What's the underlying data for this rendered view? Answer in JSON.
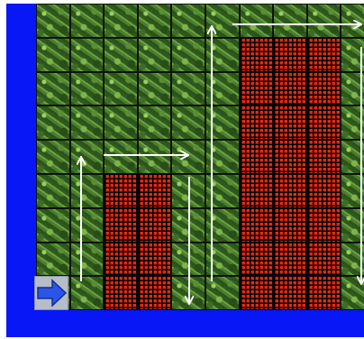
{
  "game": {
    "grid": {
      "cols": 10,
      "rows": 9,
      "walls": [
        [
          2,
          5
        ],
        [
          3,
          5
        ],
        [
          2,
          6
        ],
        [
          3,
          6
        ],
        [
          2,
          7
        ],
        [
          3,
          7
        ],
        [
          2,
          8
        ],
        [
          3,
          8
        ],
        [
          6,
          1
        ],
        [
          7,
          1
        ],
        [
          8,
          1
        ],
        [
          6,
          2
        ],
        [
          7,
          2
        ],
        [
          8,
          2
        ],
        [
          6,
          3
        ],
        [
          7,
          3
        ],
        [
          8,
          3
        ],
        [
          6,
          4
        ],
        [
          7,
          4
        ],
        [
          8,
          4
        ],
        [
          6,
          5
        ],
        [
          7,
          5
        ],
        [
          8,
          5
        ],
        [
          6,
          6
        ],
        [
          7,
          6
        ],
        [
          8,
          6
        ],
        [
          6,
          7
        ],
        [
          7,
          7
        ],
        [
          8,
          7
        ],
        [
          6,
          8
        ],
        [
          7,
          8
        ],
        [
          8,
          8
        ]
      ]
    },
    "start_marker": {
      "icon": "right-arrow-icon",
      "color": "#2a55e8"
    },
    "border_color": "#0717f5",
    "path_arrows": [
      {
        "dir": "up"
      },
      {
        "dir": "right"
      },
      {
        "dir": "down"
      },
      {
        "dir": "up"
      },
      {
        "dir": "right"
      },
      {
        "dir": "down"
      }
    ]
  }
}
